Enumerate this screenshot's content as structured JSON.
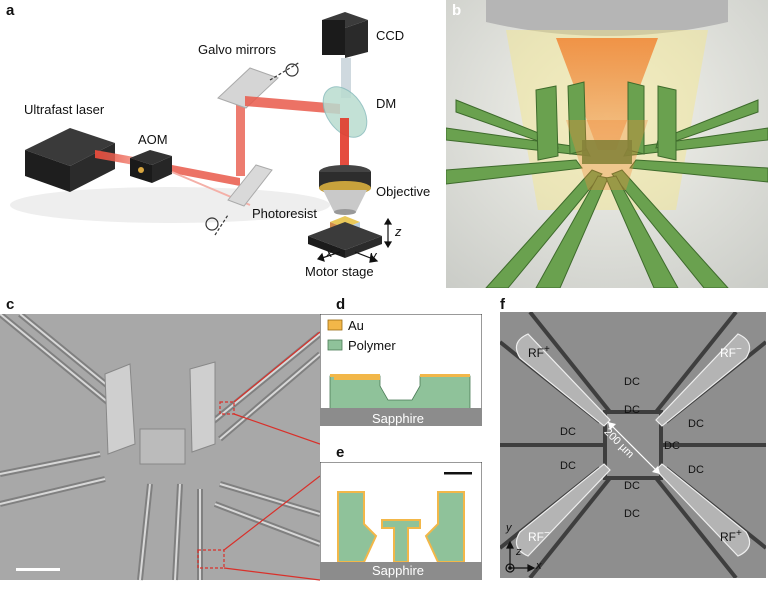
{
  "panel_labels": {
    "a": "a",
    "b": "b",
    "c": "c",
    "d": "d",
    "e": "e",
    "f": "f"
  },
  "panel_a": {
    "ccd": "CCD",
    "galvo": "Galvo mirrors",
    "dm": "DM",
    "laser": "Ultrafast laser",
    "aom": "AOM",
    "objective": "Objective",
    "photoresist": "Photoresist",
    "z": "z",
    "x": "x",
    "y": "y",
    "stage": "Motor stage"
  },
  "panel_d": {
    "au": "Au",
    "polymer": "Polymer",
    "substrate": "Sapphire"
  },
  "panel_e": {
    "substrate": "Sapphire"
  },
  "panel_f": {
    "rf_plus_tl": "RF",
    "rf_plus_tl_sup": "+",
    "rf_minus_tr": "RF",
    "rf_minus_tr_sup": "−",
    "rf_minus_bl": "RF",
    "rf_minus_bl_sup": "−",
    "rf_plus_br": "RF",
    "rf_plus_br_sup": "+",
    "dc": "DC",
    "distance": "200 µm",
    "axis_y": "y",
    "axis_z": "z",
    "axis_x": "x"
  },
  "colors": {
    "gold": "#f2b749",
    "polymer": "#8fc29a",
    "substrate": "#8c8c8c",
    "laser": "#e23a2a",
    "red_box": "#d9302a"
  }
}
